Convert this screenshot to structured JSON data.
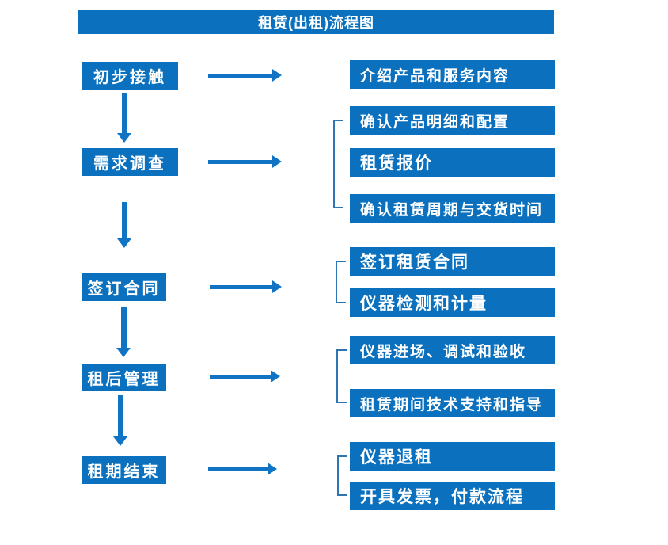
{
  "title": "租赁(出租)流程图",
  "colors": {
    "box_blue": "#0b70bd",
    "arrow_blue": "#1173c4",
    "bracket_blue": "#2e75b6",
    "text": "#ffffff",
    "background": "#ffffff"
  },
  "flow": [
    {
      "step": "初步接触",
      "details": [
        "介绍产品和服务内容"
      ]
    },
    {
      "step": "需求调查",
      "details": [
        "确认产品明细和配置",
        "租赁报价",
        "确认租赁周期与交货时间"
      ]
    },
    {
      "step": "签订合同",
      "details": [
        "签订租赁合同",
        "仪器检测和计量"
      ]
    },
    {
      "step": "租后管理",
      "details": [
        "仪器进场、调试和验收",
        "租赁期间技术支持和指导"
      ]
    },
    {
      "step": "租期结束",
      "details": [
        "仪器退租",
        "开具发票，付款流程"
      ]
    }
  ]
}
